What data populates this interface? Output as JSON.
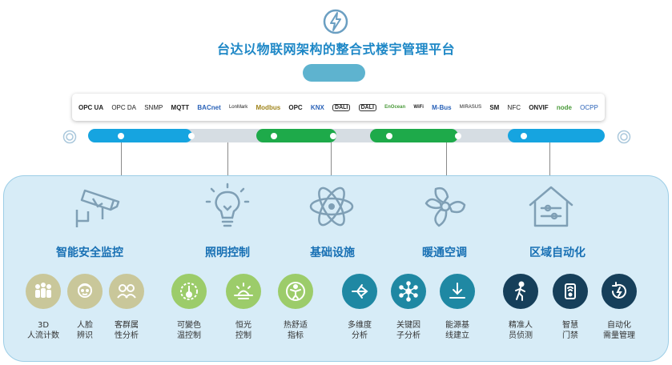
{
  "title": "台达以物联网架构的整合式楼宇管理平台",
  "protocols": [
    "OPC UA",
    "OPC DA",
    "SNMP",
    "MQTT",
    "BACnet",
    "LonMark",
    "Modbus",
    "OPC",
    "KNX",
    "DALI",
    "DALI",
    "EnOcean",
    "WiFi",
    "M-Bus",
    "MIRASUS",
    "SM",
    "NFC",
    "ONVIF",
    "node",
    "OCPP"
  ],
  "categories": [
    {
      "label": "智能安全监控",
      "icon": "security-camera-icon",
      "items": [
        {
          "line1": "3D",
          "line2": "人流计数",
          "icon": "people-count-icon"
        },
        {
          "line1": "人脸",
          "line2": "辨识",
          "icon": "face-recognition-icon"
        },
        {
          "line1": "客群属",
          "line2": "性分析",
          "icon": "customer-profile-icon"
        }
      ]
    },
    {
      "label": "照明控制",
      "icon": "light-bulb-icon",
      "items": [
        {
          "line1": "可變色",
          "line2": "温控制",
          "icon": "thermometer-icon"
        },
        {
          "line1": "恒光",
          "line2": "控制",
          "icon": "sunrise-icon"
        },
        {
          "line1": "热舒适",
          "line2": "指标",
          "icon": "comfort-person-icon"
        }
      ]
    },
    {
      "label": "基础设施",
      "icon": "atom-icon",
      "items": [
        {
          "line1": "多维度",
          "line2": "分析",
          "icon": "multi-arrow-icon"
        },
        {
          "line1": "关键因",
          "line2": "子分析",
          "icon": "network-node-icon"
        },
        {
          "line1": "能源基",
          "line2": "线建立",
          "icon": "baseline-icon"
        }
      ]
    },
    {
      "label": "暖通空调",
      "icon": "fan-icon",
      "items": []
    },
    {
      "label": "区域自动化",
      "icon": "house-control-icon",
      "items": [
        {
          "line1": "精准人",
          "line2": "员侦测",
          "icon": "walking-person-icon"
        },
        {
          "line1": "智慧",
          "line2": "门禁",
          "icon": "door-access-icon"
        },
        {
          "line1": "自动化",
          "line2": "需量管理",
          "icon": "auto-cycle-icon"
        }
      ]
    }
  ]
}
